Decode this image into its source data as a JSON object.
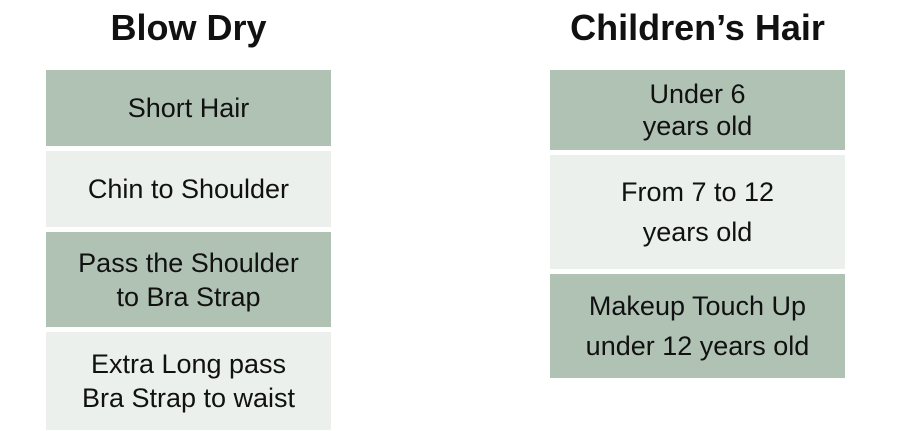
{
  "columns": [
    {
      "heading": "Blow Dry",
      "rows": [
        "Short Hair",
        "Chin to Shoulder",
        "Pass the Shoulder\nto Bra Strap",
        "Extra Long pass\nBra Strap to waist"
      ]
    },
    {
      "heading": "Children’s Hair",
      "rows": [
        "Under 6\nyears old",
        "From 7 to 12\nyears old",
        "Makeup Touch Up\nunder 12 years old"
      ]
    }
  ],
  "colors": {
    "dark_row": "#b0c2b4",
    "light_row": "#ecf0ec",
    "text": "#111111",
    "background": "#ffffff"
  }
}
